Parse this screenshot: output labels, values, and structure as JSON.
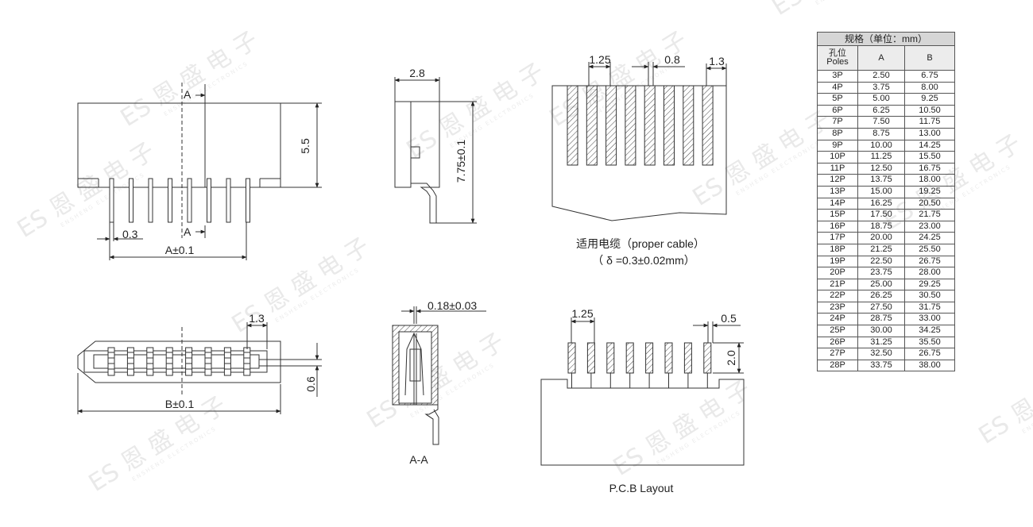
{
  "watermark": {
    "brand": "ES",
    "cn_text": "恩 盛 电 子",
    "en_text": "ENSHENG ELECTRONICS"
  },
  "views": {
    "front": {
      "section_top": "A",
      "section_bottom": "A",
      "dim_height": "5.5",
      "dim_pin": "0.3",
      "dim_a": "A±0.1"
    },
    "side": {
      "dim_width": "2.8",
      "dim_height": "7.75±0.1"
    },
    "cable": {
      "dim_pitch": "1.25",
      "dim_gap": "0.8",
      "dim_end": "1.3",
      "caption_line1": "适用电缆（proper cable）",
      "caption_line2": "（ δ =0.3±0.02mm）"
    },
    "top": {
      "dim_end": "1.3",
      "dim_height": "0.6",
      "dim_b": "B±0.1"
    },
    "section": {
      "dim_gap": "0.18±0.03",
      "caption": "A-A"
    },
    "pcb": {
      "dim_pitch": "1.25",
      "dim_width": "0.5",
      "dim_height": "2.0",
      "caption": "P.C.B Layout"
    }
  },
  "table": {
    "title": "规格（单位：mm）",
    "headers": [
      "孔位\nPoles",
      "A",
      "B"
    ],
    "rows": [
      [
        "3P",
        "2.50",
        "6.75"
      ],
      [
        "4P",
        "3.75",
        "8.00"
      ],
      [
        "5P",
        "5.00",
        "9.25"
      ],
      [
        "6P",
        "6.25",
        "10.50"
      ],
      [
        "7P",
        "7.50",
        "11.75"
      ],
      [
        "8P",
        "8.75",
        "13.00"
      ],
      [
        "9P",
        "10.00",
        "14.25"
      ],
      [
        "10P",
        "11.25",
        "15.50"
      ],
      [
        "11P",
        "12.50",
        "16.75"
      ],
      [
        "12P",
        "13.75",
        "18.00"
      ],
      [
        "13P",
        "15.00",
        "19.25"
      ],
      [
        "14P",
        "16.25",
        "20.50"
      ],
      [
        "15P",
        "17.50",
        "21.75"
      ],
      [
        "16P",
        "18.75",
        "23.00"
      ],
      [
        "17P",
        "20.00",
        "24.25"
      ],
      [
        "18P",
        "21.25",
        "25.50"
      ],
      [
        "19P",
        "22.50",
        "26.75"
      ],
      [
        "20P",
        "23.75",
        "28.00"
      ],
      [
        "21P",
        "25.00",
        "29.25"
      ],
      [
        "22P",
        "26.25",
        "30.50"
      ],
      [
        "23P",
        "27.50",
        "31.75"
      ],
      [
        "24P",
        "28.75",
        "33.00"
      ],
      [
        "25P",
        "30.00",
        "34.25"
      ],
      [
        "26P",
        "31.25",
        "35.50"
      ],
      [
        "27P",
        "32.50",
        "26.75"
      ],
      [
        "28P",
        "33.75",
        "38.00"
      ]
    ]
  }
}
